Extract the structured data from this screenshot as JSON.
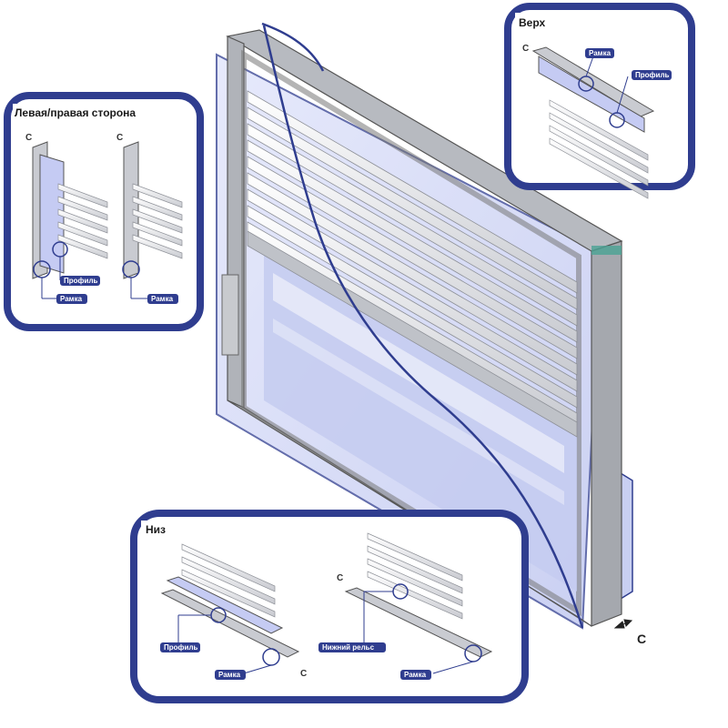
{
  "panels": {
    "top": {
      "title": "Верх",
      "labels": {
        "frame": "Рамка",
        "profile": "Профиль"
      }
    },
    "side": {
      "title": "Левая/правая сторона",
      "labels": {
        "profile": "Профиль",
        "frame_left": "Рамка",
        "frame_right": "Рамка"
      }
    },
    "bottom": {
      "title": "Низ",
      "labels": {
        "profile": "Профиль",
        "frame_left": "Рамка",
        "bottom_rail": "Нижний рельс",
        "frame_right": "Рамка"
      }
    }
  },
  "dimension_label": "C",
  "colors": {
    "panel_border": "#2f3d8f",
    "tag_fill": "#2f3d8f",
    "glass": "#c9d0f2",
    "frame": "#a9acb2"
  }
}
